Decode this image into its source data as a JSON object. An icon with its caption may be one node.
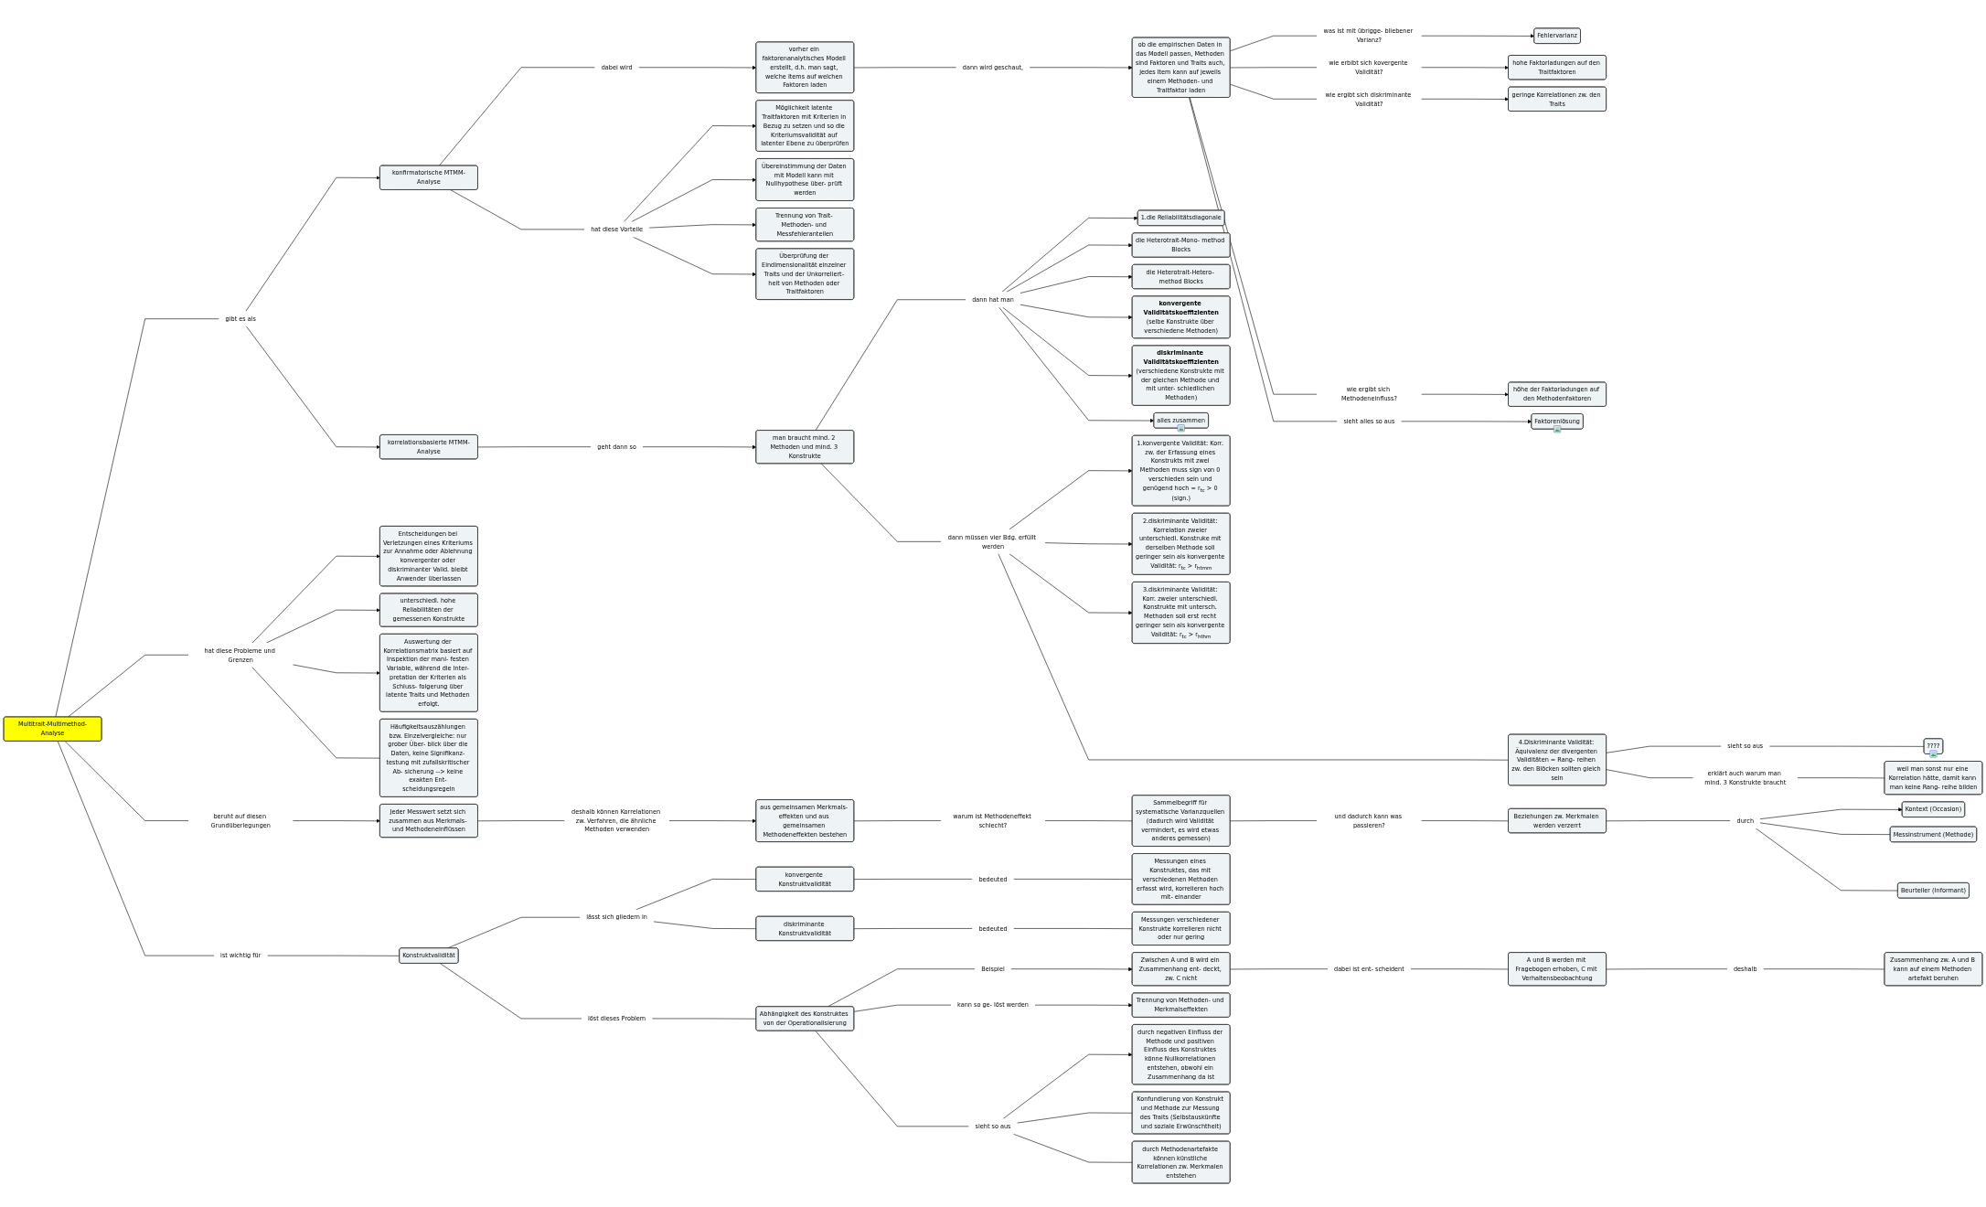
{
  "diagram": {
    "nodes": [
      {
        "text": [
          "Multitrait-Multimethod-Analyse"
        ]
      },
      {
        "text": [
          "gibt es als"
        ]
      },
      {
        "text": [
          "konfirmatorische MTMM-Analyse"
        ]
      },
      {
        "text": [
          "korrelationsbasierte MTMM-Analyse"
        ]
      },
      {
        "text": [
          "dabei wird"
        ]
      },
      {
        "text": [
          "vorher ein faktorenanalytisches Modell erstellt, d.h. man sagt, welche Items auf welchen Faktoren laden"
        ]
      },
      {
        "text": [
          "dann wird geschaut,"
        ]
      },
      {
        "text": [
          "ob die empirischen Daten in das Modell passen, Methoden sind Faktoren und Traits auch, jedes Item kann auf jeweils einem Methoden- und Traitfaktor laden"
        ]
      },
      {
        "text": [
          "was ist mit übrigge- bliebener Varianz?"
        ]
      },
      {
        "text": [
          "Fehlervarianz"
        ]
      },
      {
        "text": [
          "wie erbibt sich kovergente Validität?"
        ]
      },
      {
        "text": [
          "hohe Faktorladungen auf den Traitfaktoren"
        ]
      },
      {
        "text": [
          "wie ergibt sich diskriminante Validität?"
        ]
      },
      {
        "text": [
          "geringe Korrelationen zw. den Traits"
        ]
      },
      {
        "text": [
          "wie ergibt sich Methodeneinfluss?"
        ]
      },
      {
        "text": [
          "höhe der Faktorladungen auf den Methodenfaktoren"
        ]
      },
      {
        "text": [
          "sieht alles so aus"
        ]
      },
      {
        "text": [
          "Faktorenlösung"
        ]
      },
      {
        "text": [
          "hat diese Vorteile"
        ]
      },
      {
        "text": [
          "Möglichkeit latente Traitfaktoren mit Kriterien in Bezug zu setzen und so die Kriteriumsvalidität auf latenter Ebene zu überprüfen"
        ]
      },
      {
        "text": [
          "Übereinstimmung der Daten mit Modell kann mit Nullhypothese über- prüft werden"
        ]
      },
      {
        "text": [
          "Trennung von Trait- Methoden- und Messfehleranteilen"
        ]
      },
      {
        "text": [
          "Überprüfung der Eindimensionalität einzelner Traits und der Unkorreliert- heit von Methoden oder Traitfaktoren"
        ]
      },
      {
        "text": [
          "geht dann so"
        ]
      },
      {
        "text": [
          "man braucht mind. 2 Methoden und mind. 3 Konstrukte"
        ]
      },
      {
        "text": [
          "dann hat man"
        ]
      },
      {
        "text": [
          "1.die Reliabilitätsdiagonale"
        ]
      },
      {
        "text": [
          "die Heterotrait-Mono- method Blocks"
        ]
      },
      {
        "text": [
          "die Heterotrait-Hetero- method Blocks"
        ]
      },
      {
        "text": [
          "konvergente Validitätskoeffizienten",
          "(selbe Konstrukte über verschiedene Methoden)"
        ]
      },
      {
        "text": [
          "diskriminante Validitätskoeffizienten",
          "(verschiedene Konstrukte mit der gleichen Methode und mit unter- schiedlichen Methoden)"
        ]
      },
      {
        "text": [
          "alles zusammen"
        ]
      },
      {
        "text": [
          "dann müssen vier Bdg. erfüllt werden"
        ]
      },
      {
        "text": [
          "1.konvergente Validität: Korr. zw. der Erfassung eines Konstrukts mit zwei Methoden muss sign von 0 verschieden sein und genügend hoch = r$_{tc}$ > 0 (sign.)"
        ]
      },
      {
        "text": [
          "2.diskriminante Validität: Korrelation zweier unterschiedl. Konstruke mit derselben Methode soll geringer sein als konvergente Validität: r$_{tc}$ > r$_{htmm}$"
        ]
      },
      {
        "text": [
          "3.diskriminante Validität: Korr. zweier unterschiedl. Konstrukte mit untersch. Methoden soll erst recht geringer sein als konvergente Validität: r$_{tc}$ > r$_{hthm}$"
        ]
      },
      {
        "text": [
          "4.Diskriminante Validität: Äquivalenz der divergenten Validitäten = Rang- reihen zw. den Blöcken sollten gleich sein"
        ]
      },
      {
        "text": [
          "sieht so aus"
        ]
      },
      {
        "text": [
          "????"
        ]
      },
      {
        "text": [
          "erklärt auch warum man mind. 3 Konstrukte braucht"
        ]
      },
      {
        "text": [
          "weil man sonst nur eine Korrelation hätte, damit kann man keine Rang- reihe bilden"
        ]
      },
      {
        "text": [
          "hat diese Probleme und Grenzen"
        ]
      },
      {
        "text": [
          "Entscheidungen bei Verletzungen eines Kriteriums zur Annahme oder Ablehnung konvergenter oder diskriminanter Valid. bleibt Anwender überlassen"
        ]
      },
      {
        "text": [
          "unterschiedl. hohe Reliabilitäten der gemessenen Konstrukte"
        ]
      },
      {
        "text": [
          "Auswertung der Korrelationsmatrix basiert auf Inspektion der mani- festen Variable, während die Inter- pretation der Kriterien als Schluss- folgerung über latente Traits und Methoden erfolgt."
        ]
      },
      {
        "text": [
          "Häufigkeitsauszählungen bzw. Einzelvergleiche: nur grober Über- blick über die Daten, keine Signifikanz- testung mit zufallskritischer Ab- sicherung --> keine exakten Ent- scheidungsregeln"
        ]
      },
      {
        "text": [
          "beruht auf diesen Grundüberlegungen"
        ]
      },
      {
        "text": [
          "Jeder Messwert setzt sich zusammen aus Merkmals- und Methodeneinflüssen"
        ]
      },
      {
        "text": [
          "deshalb können Korrelationen zw. Verfahren, die ähnliche Methoden verwenden"
        ]
      },
      {
        "text": [
          "aus gemeinsamen Merkmals- effekten und aus gemeinsamen Methodeneffekten bestehen"
        ]
      },
      {
        "text": [
          "warum ist Methodeneffekt schlecht?"
        ]
      },
      {
        "text": [
          "Sammelbegriff für systematische Varianzquellen (dadurch wird Validität vermindert, es wird etwas anderes gemessen)"
        ]
      },
      {
        "text": [
          "und dadurch kann was passieren?"
        ]
      },
      {
        "text": [
          "Beziehungen zw. Merkmalen werden verzerrt"
        ]
      },
      {
        "text": [
          "durch"
        ]
      },
      {
        "text": [
          "Kontext (Occasion)"
        ]
      },
      {
        "text": [
          "Messinstrument (Methode)"
        ]
      },
      {
        "text": [
          "Beurteiler (Informant)"
        ]
      },
      {
        "text": [
          "ist wichtig für"
        ]
      },
      {
        "text": [
          "Konstruktvalidität"
        ]
      },
      {
        "text": [
          "lässt sich gliedern in"
        ]
      },
      {
        "text": [
          "konvergente Konstruktvalidität"
        ]
      },
      {
        "text": [
          "diskriminante Konstruktvalidität"
        ]
      },
      {
        "text": [
          "bedeuted"
        ]
      },
      {
        "text": [
          "Messungen eines Konstruktes, das mit verschiedenen Methoden erfasst wird, korrelieren hoch mit- einander"
        ]
      },
      {
        "text": [
          "bedeuted"
        ]
      },
      {
        "text": [
          "Messungen verschiedener Konstrukte korrelieren nicht oder nur gering"
        ]
      },
      {
        "text": [
          "löst dieses Problem"
        ]
      },
      {
        "text": [
          "Abhängigkeit des Konstruktes von der Operationalisierung"
        ]
      },
      {
        "text": [
          "Beispiel"
        ]
      },
      {
        "text": [
          "Zwischen A und B wird ein Zusammenhang ent- deckt, zw. C nicht"
        ]
      },
      {
        "text": [
          "dabei ist ent- scheident"
        ]
      },
      {
        "text": [
          "A und B werden mit Fragebogen erhoben, C mit Verhaltensbeobachtung"
        ]
      },
      {
        "text": [
          "deshalb"
        ]
      },
      {
        "text": [
          "Zusammenhang zw. A und B kann auf einem Methoden artefakt beruhen"
        ]
      },
      {
        "text": [
          "kann so ge- löst werden"
        ]
      },
      {
        "text": [
          "Trennung von Methoden- und Merkmalseffekten"
        ]
      },
      {
        "text": [
          "sieht so aus"
        ]
      },
      {
        "text": [
          "durch negativen Einfluss der Methode und positiven Einfluss des Konstruktes könne Nullkorrelationen entstehen, obwohl ein Zusammenhang da ist"
        ]
      },
      {
        "text": [
          "Konfundierung von Konstrukt und Methode zur Messung des Traits (Selbstauskünfte und soziale Erwünschtheit)"
        ]
      },
      {
        "text": [
          "durch Methodenartefakte können künstliche Korrelationen zw. Merkmalen entstehen"
        ]
      }
    ],
    "edges": [
      {
        "from": 0,
        "to": 1,
        "arrow": "none"
      },
      {
        "from": 1,
        "to": 2,
        "arrow": "to"
      },
      {
        "from": 1,
        "to": 3,
        "arrow": "to"
      },
      {
        "from": 2,
        "to": 4,
        "arrow": "none"
      },
      {
        "from": 4,
        "to": 5,
        "arrow": "to"
      },
      {
        "from": 5,
        "to": 6,
        "arrow": "none"
      },
      {
        "from": 6,
        "to": 7,
        "arrow": "to"
      },
      {
        "from": 7,
        "to": 8,
        "arrow": "none"
      },
      {
        "from": 8,
        "to": 9,
        "arrow": "to"
      },
      {
        "from": 7,
        "to": 10,
        "arrow": "none"
      },
      {
        "from": 10,
        "to": 11,
        "arrow": "to"
      },
      {
        "from": 7,
        "to": 12,
        "arrow": "none"
      },
      {
        "from": 12,
        "to": 13,
        "arrow": "to"
      },
      {
        "from": 7,
        "to": 14,
        "arrow": "none"
      },
      {
        "from": 14,
        "to": 15,
        "arrow": "to"
      },
      {
        "from": 7,
        "to": 16,
        "arrow": "none"
      },
      {
        "from": 16,
        "to": 17,
        "arrow": "to"
      },
      {
        "from": 2,
        "to": 18,
        "arrow": "none"
      },
      {
        "from": 18,
        "to": 19,
        "arrow": "to"
      },
      {
        "from": 18,
        "to": 20,
        "arrow": "to"
      },
      {
        "from": 18,
        "to": 21,
        "arrow": "to"
      },
      {
        "from": 18,
        "to": 22,
        "arrow": "to"
      },
      {
        "from": 3,
        "to": 23,
        "arrow": "none"
      },
      {
        "from": 23,
        "to": 24,
        "arrow": "to"
      },
      {
        "from": 24,
        "to": 25,
        "arrow": "none"
      },
      {
        "from": 25,
        "to": 26,
        "arrow": "to"
      },
      {
        "from": 25,
        "to": 27,
        "arrow": "to"
      },
      {
        "from": 25,
        "to": 28,
        "arrow": "to"
      },
      {
        "from": 25,
        "to": 29,
        "arrow": "to"
      },
      {
        "from": 25,
        "to": 30,
        "arrow": "to"
      },
      {
        "from": 25,
        "to": 31,
        "arrow": "to"
      },
      {
        "from": 24,
        "to": 32,
        "arrow": "none"
      },
      {
        "from": 32,
        "to": 33,
        "arrow": "to"
      },
      {
        "from": 32,
        "to": 34,
        "arrow": "to"
      },
      {
        "from": 32,
        "to": 35,
        "arrow": "to"
      },
      {
        "from": 32,
        "to": 36,
        "arrow": "none"
      },
      {
        "from": 36,
        "to": 37,
        "arrow": "none"
      },
      {
        "from": 37,
        "to": 38,
        "arrow": "none"
      },
      {
        "from": 36,
        "to": 39,
        "arrow": "none"
      },
      {
        "from": 39,
        "to": 40,
        "arrow": "none"
      },
      {
        "from": 0,
        "to": 41,
        "arrow": "none"
      },
      {
        "from": 41,
        "to": 42,
        "arrow": "to"
      },
      {
        "from": 41,
        "to": 43,
        "arrow": "to"
      },
      {
        "from": 41,
        "to": 44,
        "arrow": "to"
      },
      {
        "from": 41,
        "to": 45,
        "arrow": "none"
      },
      {
        "from": 0,
        "to": 46,
        "arrow": "none"
      },
      {
        "from": 46,
        "to": 47,
        "arrow": "to"
      },
      {
        "from": 47,
        "to": 48,
        "arrow": "none"
      },
      {
        "from": 48,
        "to": 49,
        "arrow": "to"
      },
      {
        "from": 49,
        "to": 50,
        "arrow": "none"
      },
      {
        "from": 50,
        "to": 51,
        "arrow": "none"
      },
      {
        "from": 51,
        "to": 52,
        "arrow": "none"
      },
      {
        "from": 52,
        "to": 53,
        "arrow": "none"
      },
      {
        "from": 53,
        "to": 54,
        "arrow": "none"
      },
      {
        "from": 54,
        "to": 55,
        "arrow": "to"
      },
      {
        "from": 54,
        "to": 56,
        "arrow": "none"
      },
      {
        "from": 54,
        "to": 57,
        "arrow": "none"
      },
      {
        "from": 0,
        "to": 58,
        "arrow": "none"
      },
      {
        "from": 58,
        "to": 59,
        "arrow": "none"
      },
      {
        "from": 59,
        "to": 60,
        "arrow": "none"
      },
      {
        "from": 60,
        "to": 61,
        "arrow": "none"
      },
      {
        "from": 60,
        "to": 62,
        "arrow": "none"
      },
      {
        "from": 61,
        "to": 63,
        "arrow": "none"
      },
      {
        "from": 63,
        "to": 64,
        "arrow": "none"
      },
      {
        "from": 62,
        "to": 65,
        "arrow": "none"
      },
      {
        "from": 65,
        "to": 66,
        "arrow": "none"
      },
      {
        "from": 59,
        "to": 67,
        "arrow": "none"
      },
      {
        "from": 67,
        "to": 68,
        "arrow": "none"
      },
      {
        "from": 68,
        "to": 69,
        "arrow": "none"
      },
      {
        "from": 69,
        "to": 70,
        "arrow": "to"
      },
      {
        "from": 70,
        "to": 71,
        "arrow": "none"
      },
      {
        "from": 71,
        "to": 72,
        "arrow": "none"
      },
      {
        "from": 72,
        "to": 73,
        "arrow": "none"
      },
      {
        "from": 73,
        "to": 74,
        "arrow": "none"
      },
      {
        "from": 68,
        "to": 75,
        "arrow": "none"
      },
      {
        "from": 75,
        "to": 76,
        "arrow": "to"
      },
      {
        "from": 68,
        "to": 77,
        "arrow": "none"
      },
      {
        "from": 77,
        "to": 78,
        "arrow": "to"
      },
      {
        "from": 77,
        "to": 79,
        "arrow": "none"
      },
      {
        "from": 77,
        "to": 80,
        "arrow": "none"
      }
    ]
  }
}
